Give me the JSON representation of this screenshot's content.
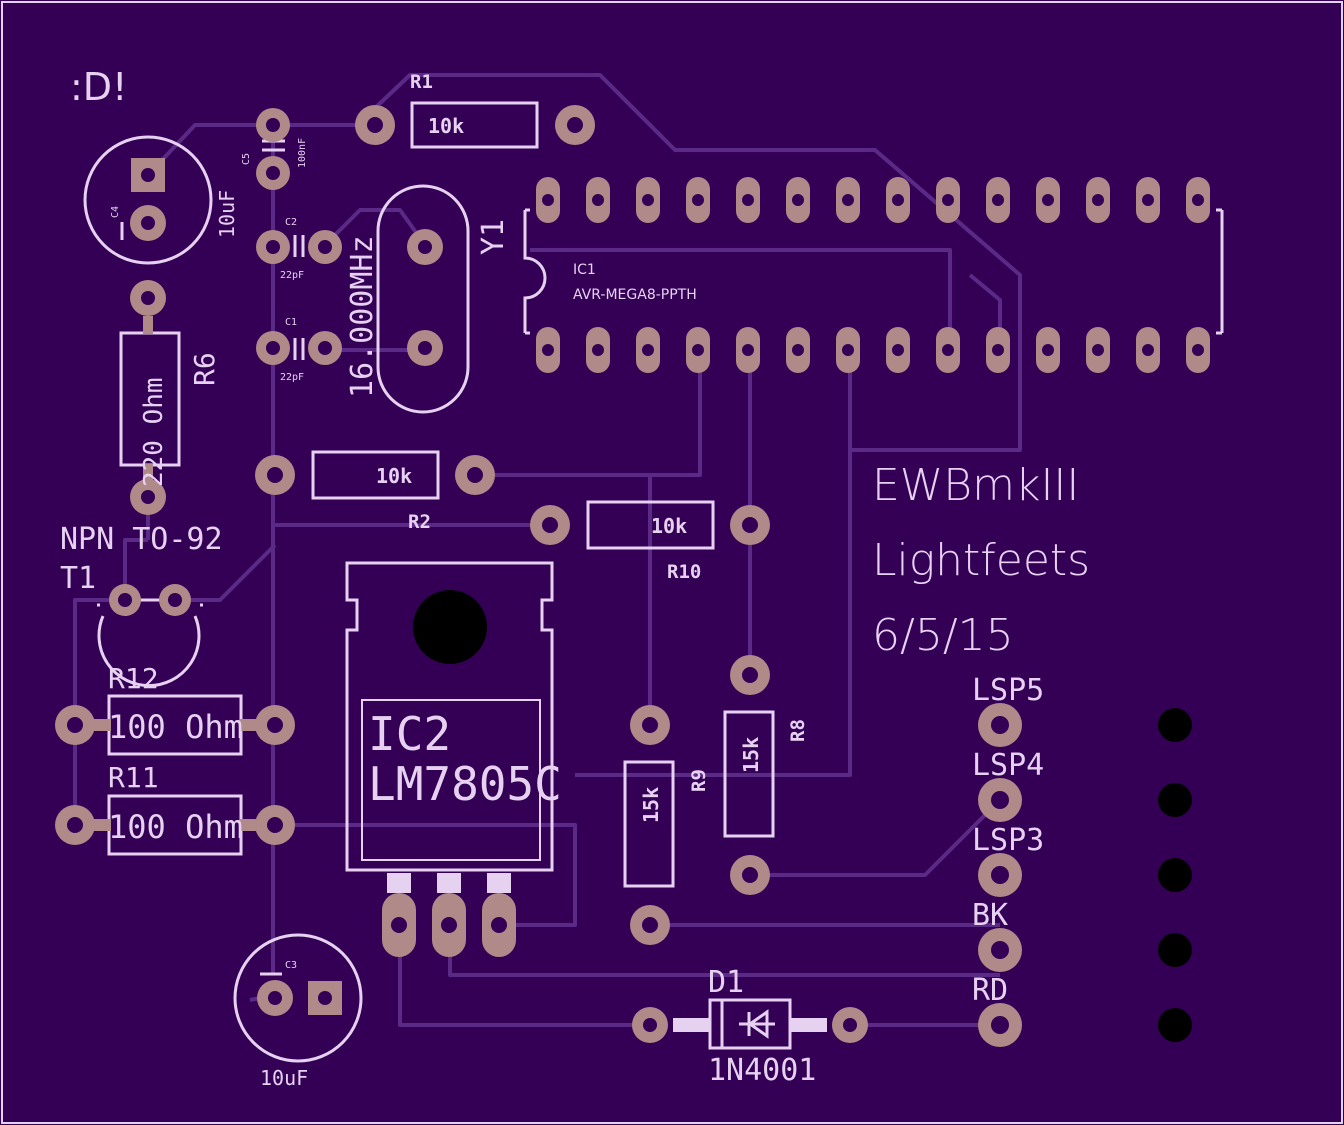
{
  "labels": {
    "smiley": ":D!",
    "r1": "R1",
    "r1_val": "10k",
    "r2": "R2",
    "r2_val": "10k",
    "r10": "R10",
    "r10_val": "10k",
    "r8": "R8",
    "r8_val": "15k",
    "r9": "R9",
    "r9_val": "15k",
    "r6": "R6",
    "r6_val": "220 Ohm",
    "r12": "R12",
    "r12_val": "100 Ohm",
    "r11": "R11",
    "r11_val": "100 Ohm",
    "c1": "C1",
    "c1_val": "22pF",
    "c2": "C2",
    "c2_val": "22pF",
    "c3": "C3",
    "c3_val": "10uF",
    "c4": "C4",
    "c4_val": "10uF",
    "c5": "C5",
    "c5_val": "100nF",
    "y1": "Y1",
    "y1_val": "16.000MHz",
    "ic1": "IC1",
    "ic1_val": "AVR-MEGA8-PPTH",
    "ic2": "IC2",
    "ic2_val": "LM7805C",
    "t1": "T1",
    "t1_val": "NPN TO-92",
    "d1": "D1",
    "d1_val": "1N4001",
    "lsp5": "LSP5",
    "lsp4": "LSP4",
    "lsp3": "LSP3",
    "bk": "BK",
    "rd": "RD"
  },
  "title": {
    "line1": "EWBmkIII",
    "line2": "Lightfeets",
    "line3": "6/5/15"
  }
}
